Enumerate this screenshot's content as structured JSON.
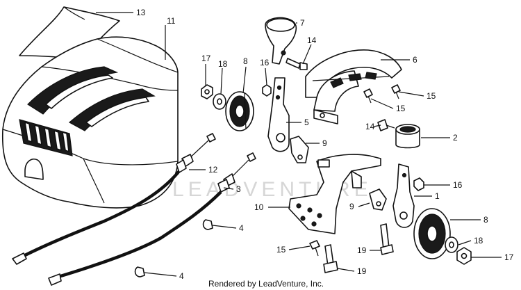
{
  "watermark": "LEADVENTURE",
  "credit": "Rendered by LeadVenture, Inc.",
  "callouts": {
    "c1": "1",
    "c2": "2",
    "c3": "3",
    "c4a": "4",
    "c4b": "4",
    "c5": "5",
    "c6": "6",
    "c7": "7",
    "c8a": "8",
    "c8b": "8",
    "c9a": "9",
    "c9b": "9",
    "c10": "10",
    "c11": "11",
    "c12": "12",
    "c13": "13",
    "c14a": "14",
    "c14b": "14",
    "c15a": "15",
    "c15b": "15",
    "c15c": "15",
    "c16a": "16",
    "c16b": "16",
    "c17a": "17",
    "c17b": "17",
    "c18a": "18",
    "c18b": "18",
    "c19a": "19",
    "c19b": "19"
  }
}
